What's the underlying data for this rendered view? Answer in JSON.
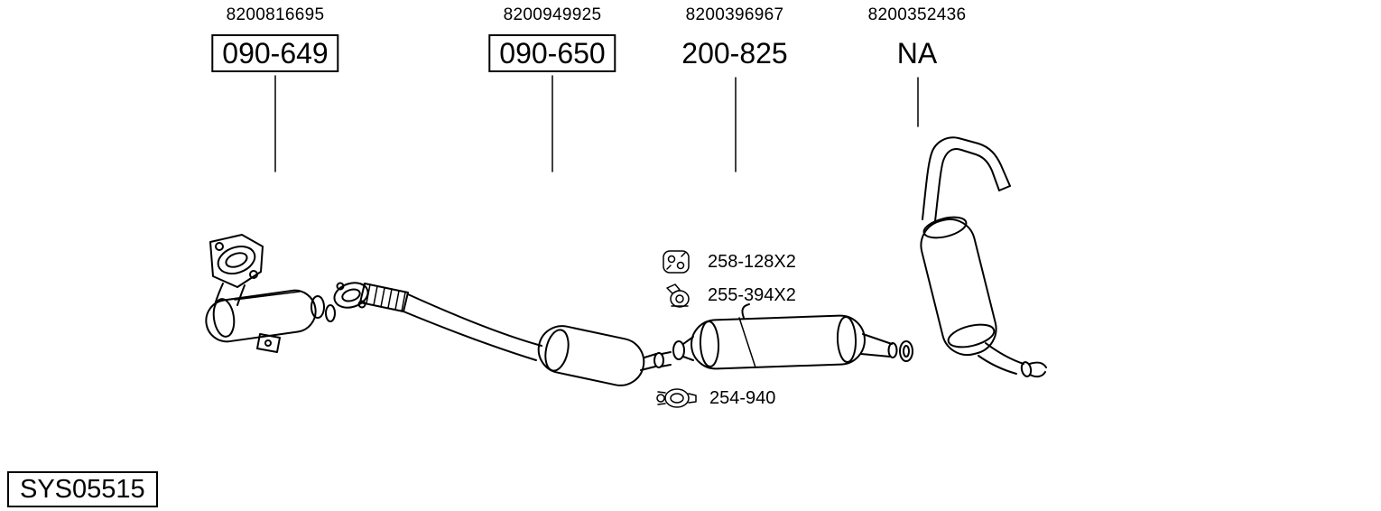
{
  "parts": [
    {
      "oem": "8200816695",
      "code": "090-649",
      "boxed": true
    },
    {
      "oem": "8200949925",
      "code": "090-650",
      "boxed": true
    },
    {
      "oem": "8200396967",
      "code": "200-825",
      "boxed": false
    },
    {
      "oem": "8200352436",
      "code": "NA",
      "boxed": false
    }
  ],
  "accessories": [
    {
      "icon": "rubber-hanger-icon",
      "label": "258-128X2"
    },
    {
      "icon": "pipe-hanger-icon",
      "label": "255-394X2"
    },
    {
      "icon": "exhaust-clamp-icon",
      "label": "254-940"
    }
  ],
  "footer": {
    "system_code": "SYS05515"
  },
  "colors": {
    "ink": "#000000",
    "background": "#ffffff"
  }
}
